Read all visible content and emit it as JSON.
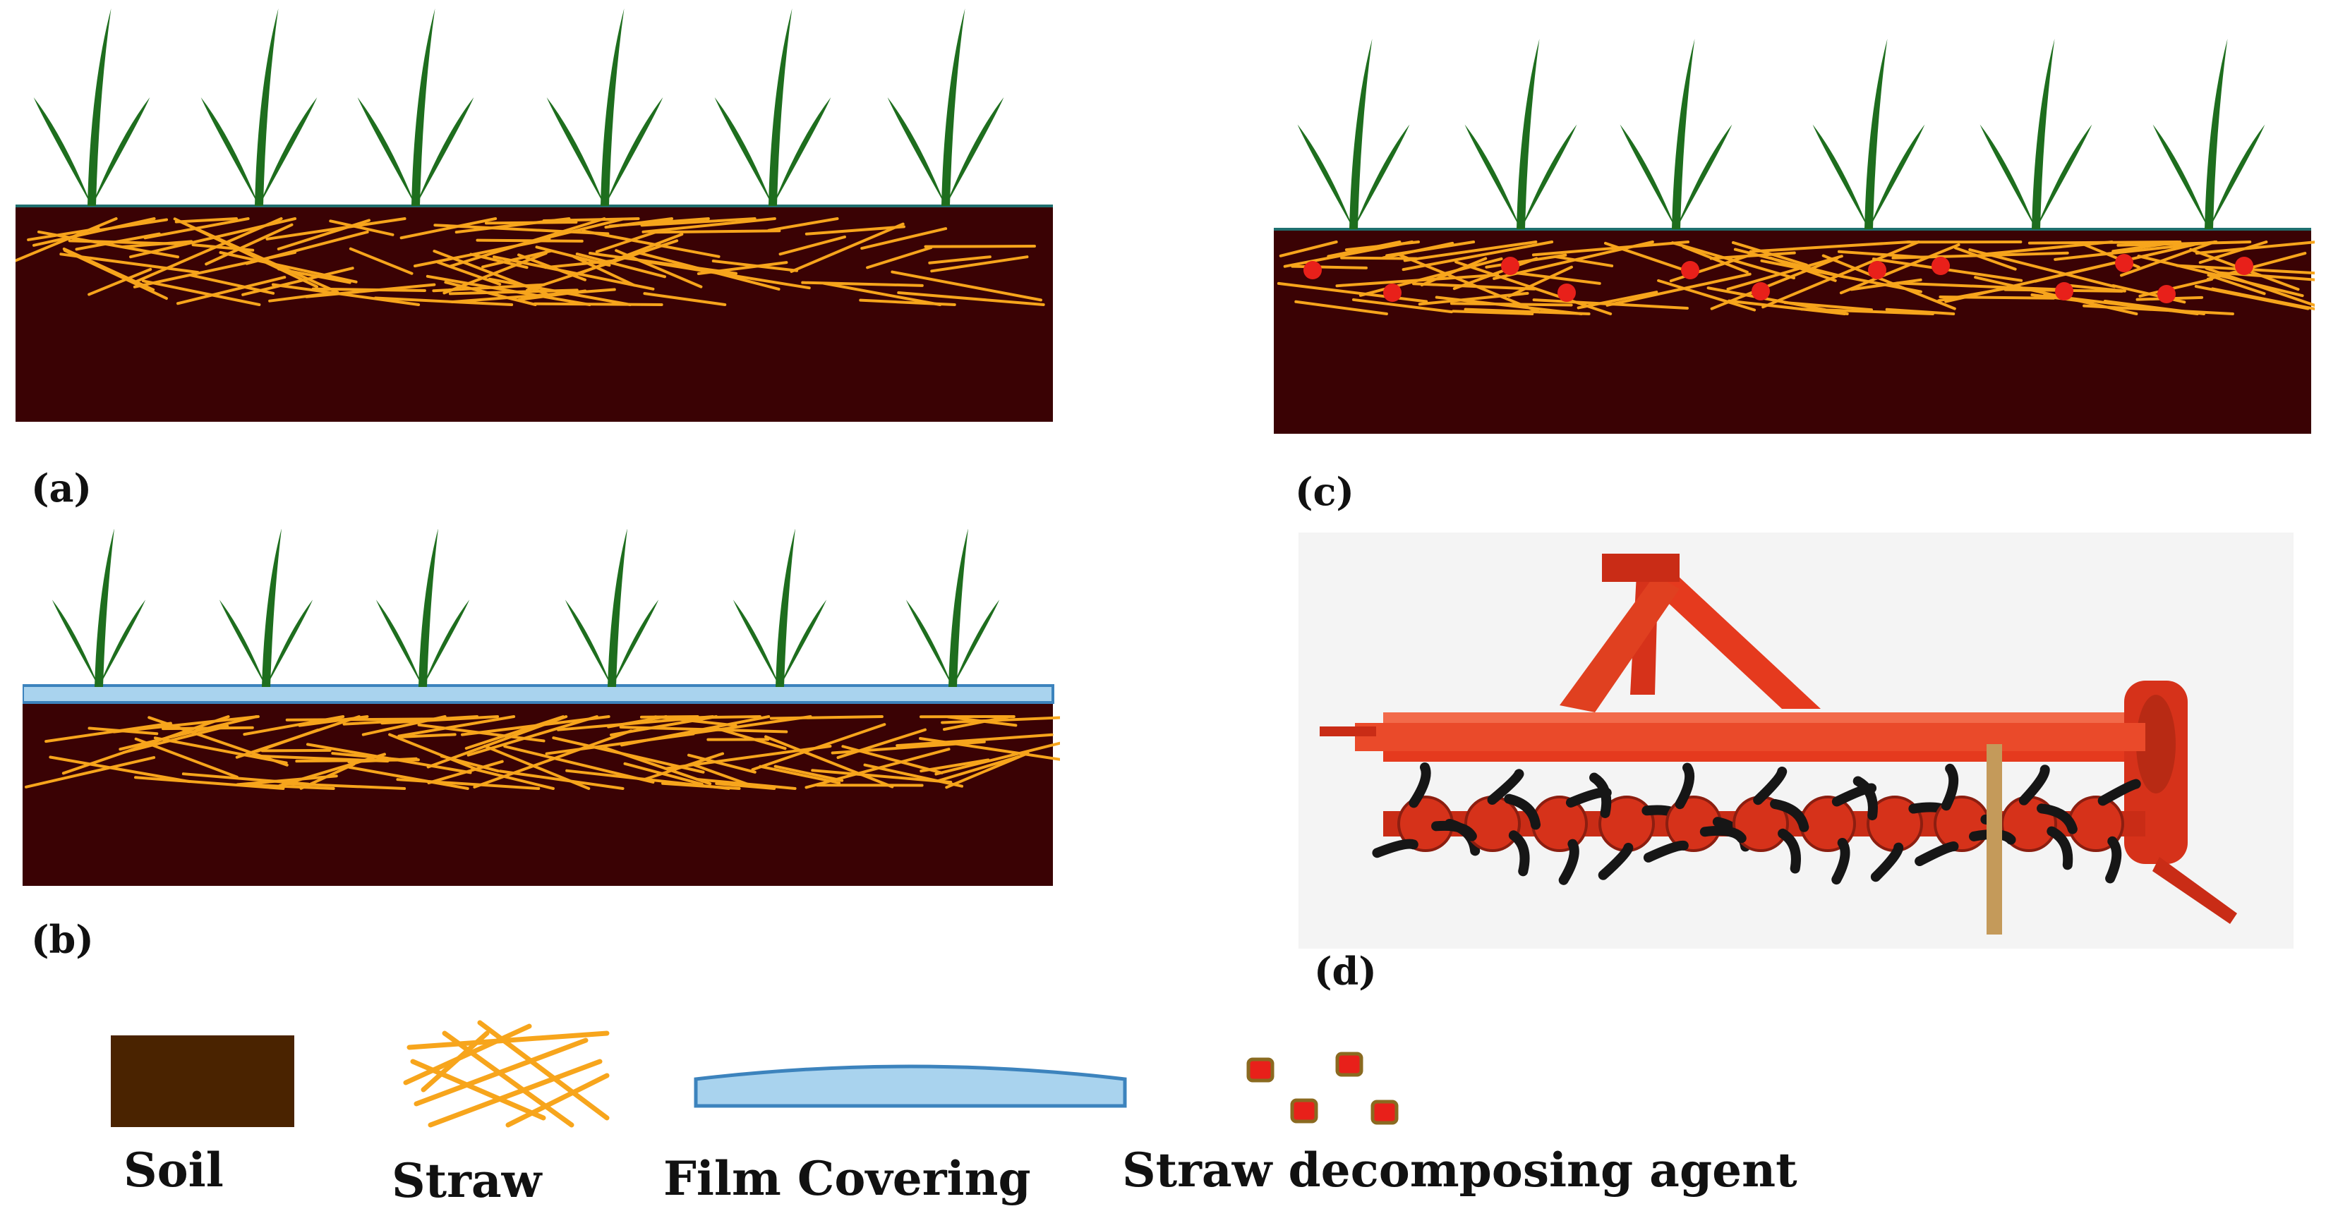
{
  "panels": {
    "a": {
      "label": "(a)"
    },
    "b": {
      "label": "(b)"
    },
    "c": {
      "label": "(c)"
    },
    "d": {
      "label": "(d)"
    }
  },
  "legend": {
    "soil": "Soil",
    "straw": "Straw",
    "film": "Film Covering",
    "agent": "Straw decomposing agent"
  },
  "colors": {
    "soil_panel": "#3a0204",
    "soil_legend": "#4a2300",
    "straw": "#f7a51c",
    "film": "#a9d3ee",
    "film_edge": "#3c83bd",
    "plant": "#1e6e1e",
    "agent": "#e8201a",
    "machine": "#e53a1e"
  }
}
